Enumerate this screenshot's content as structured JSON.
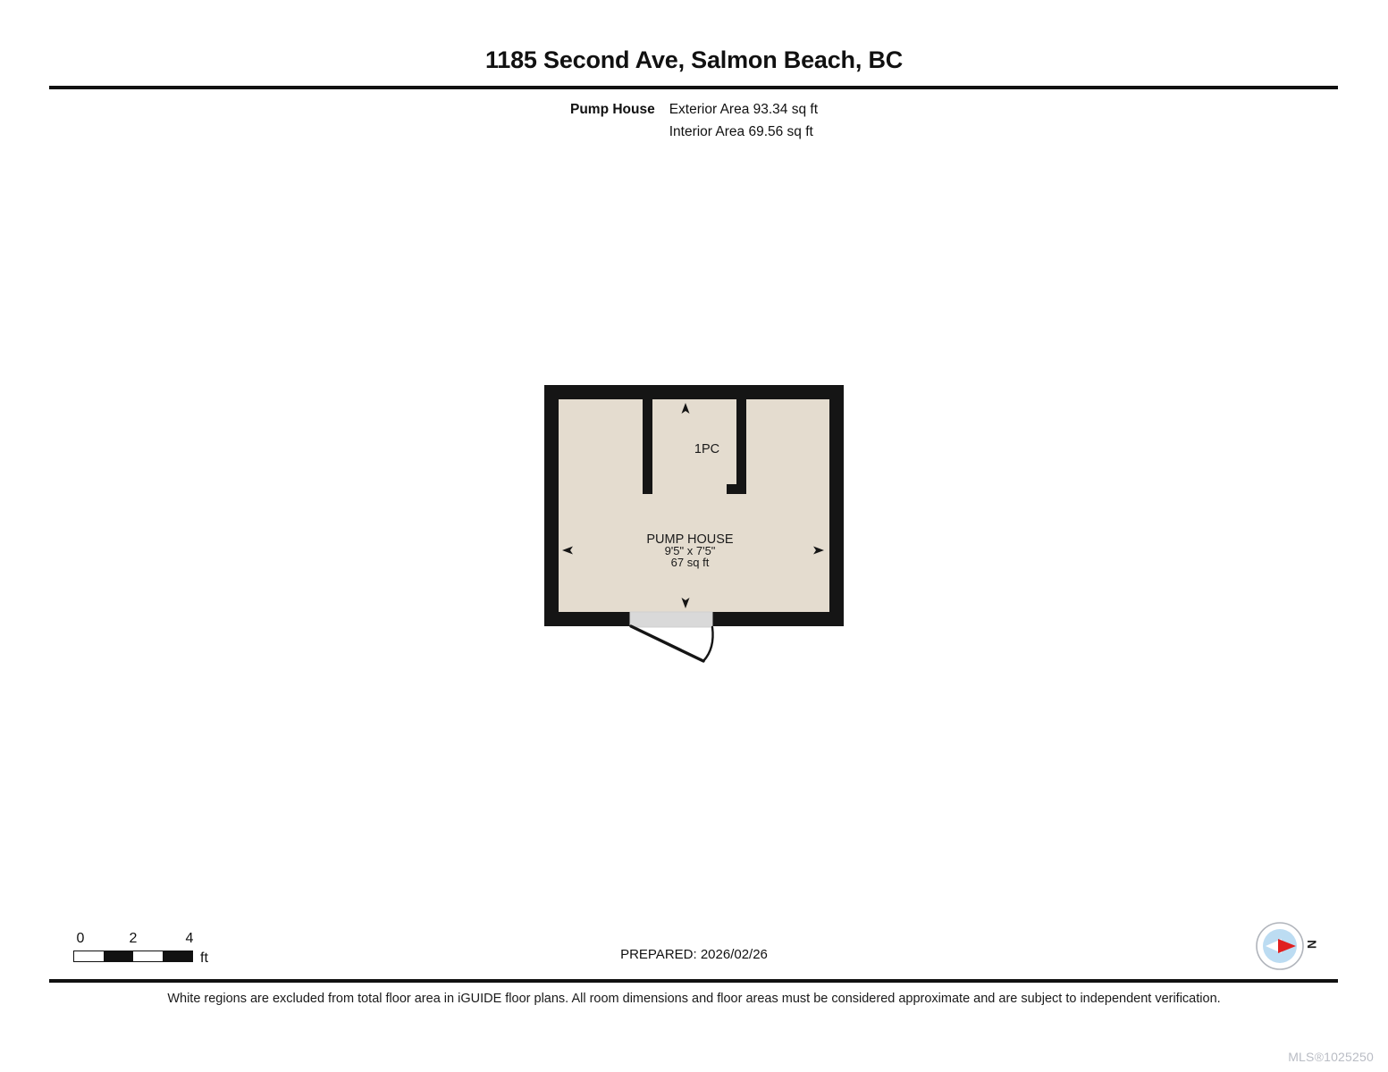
{
  "document": {
    "title": "1185 Second Ave, Salmon Beach, BC"
  },
  "area_summary": {
    "level_label": "Pump House",
    "exterior_area": "Exterior Area 93.34 sq ft",
    "interior_area": "Interior Area 69.56 sq ft"
  },
  "floorplan": {
    "rooms": [
      {
        "name": "PUMP HOUSE",
        "dimensions": "9'5\" x 7'5\"",
        "area": "67 sq ft"
      }
    ],
    "fixtures": [
      {
        "label": "1PC"
      }
    ],
    "colors": {
      "wall": "#151515",
      "floor": "#e4dccf",
      "door_threshold": "#d9d9d9",
      "background": "#ffffff"
    },
    "door_count": 1,
    "dimension_markers": 4
  },
  "footer": {
    "scale": {
      "ticks": [
        "0",
        "2",
        "4"
      ],
      "unit": "ft"
    },
    "prepared": "PREPARED: 2026/02/26",
    "compass": {
      "label": "N",
      "needle_color": "#e02020",
      "dial_color": "#bcdcf2",
      "ring_color": "#b0b4bb"
    },
    "disclaimer": "White regions are excluded from total floor area in iGUIDE floor plans. All room dimensions and floor areas must be considered approximate and are subject to independent verification.",
    "watermark": "MLS®1025250"
  }
}
